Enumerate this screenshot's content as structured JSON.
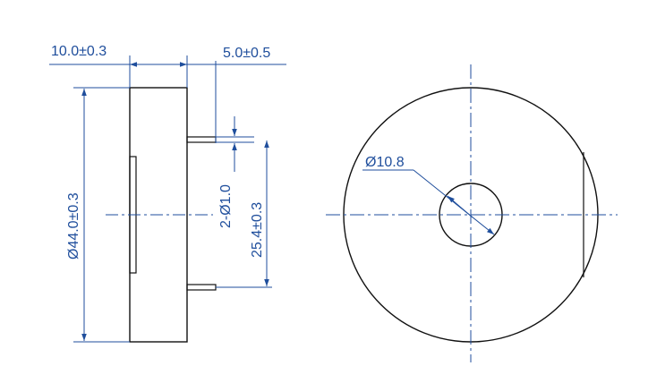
{
  "colors": {
    "outline": "#111111",
    "dimension": "#1f4e9c"
  },
  "side_view": {
    "thickness_label": "10.0±0.3",
    "pin_length_label": "5.0±0.5",
    "diameter_label": "Ø44.0±0.3",
    "pin_diameter_label": "2-Ø1.0",
    "pin_spacing_label": "25.4±0.3"
  },
  "front_view": {
    "hole_label": "Ø10.8"
  }
}
